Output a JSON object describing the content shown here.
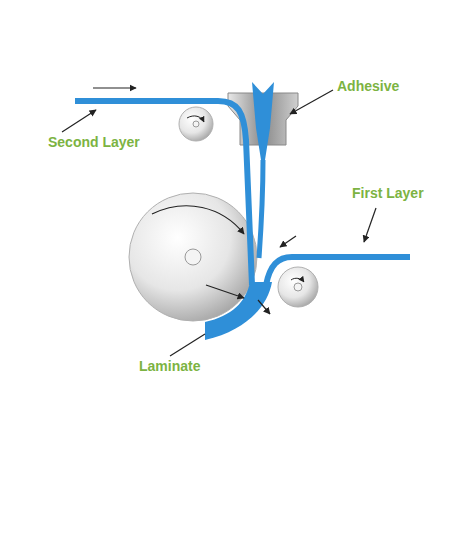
{
  "diagram": {
    "labels": [
      "Adhesive",
      "Second Layer",
      "First Layer",
      "Laminate"
    ]
  }
}
